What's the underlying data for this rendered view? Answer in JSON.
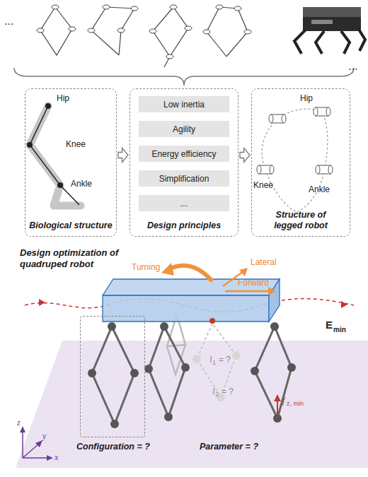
{
  "diagram": {
    "nodes": [
      {
        "text": [
          "Biological structure"
        ]
      },
      {
        "text": [
          "Design principles"
        ]
      },
      {
        "text": [
          "Low inertia"
        ],
        "in": 1
      },
      {
        "text": [
          "Agility"
        ],
        "in": 1
      },
      {
        "text": [
          "Energy efficiency"
        ],
        "in": 1
      },
      {
        "text": [
          "Simplification"
        ],
        "in": 1
      },
      {
        "text": [
          "..."
        ],
        "in": 1
      },
      {
        "text": [
          "Structure of legged robot"
        ]
      },
      {
        "text": [
          "Configuration = ?"
        ]
      }
    ],
    "edges": [
      {
        "from": 0,
        "to": 1,
        "arrow": "to"
      },
      {
        "from": 1,
        "to": 7,
        "arrow": "to"
      }
    ],
    "labels": [
      "...",
      "...",
      "Hip",
      "Knee",
      "Ankle",
      "Hip",
      "Knee",
      "Ankle",
      "Design optimization of quadruped robot",
      "Turning",
      "Lateral",
      "Forward",
      "E",
      "min",
      "l",
      "1",
      "= ?",
      "l",
      "2",
      "= ?",
      "f",
      "z, min",
      "Parameter = ?",
      "z",
      "y",
      "x"
    ]
  }
}
